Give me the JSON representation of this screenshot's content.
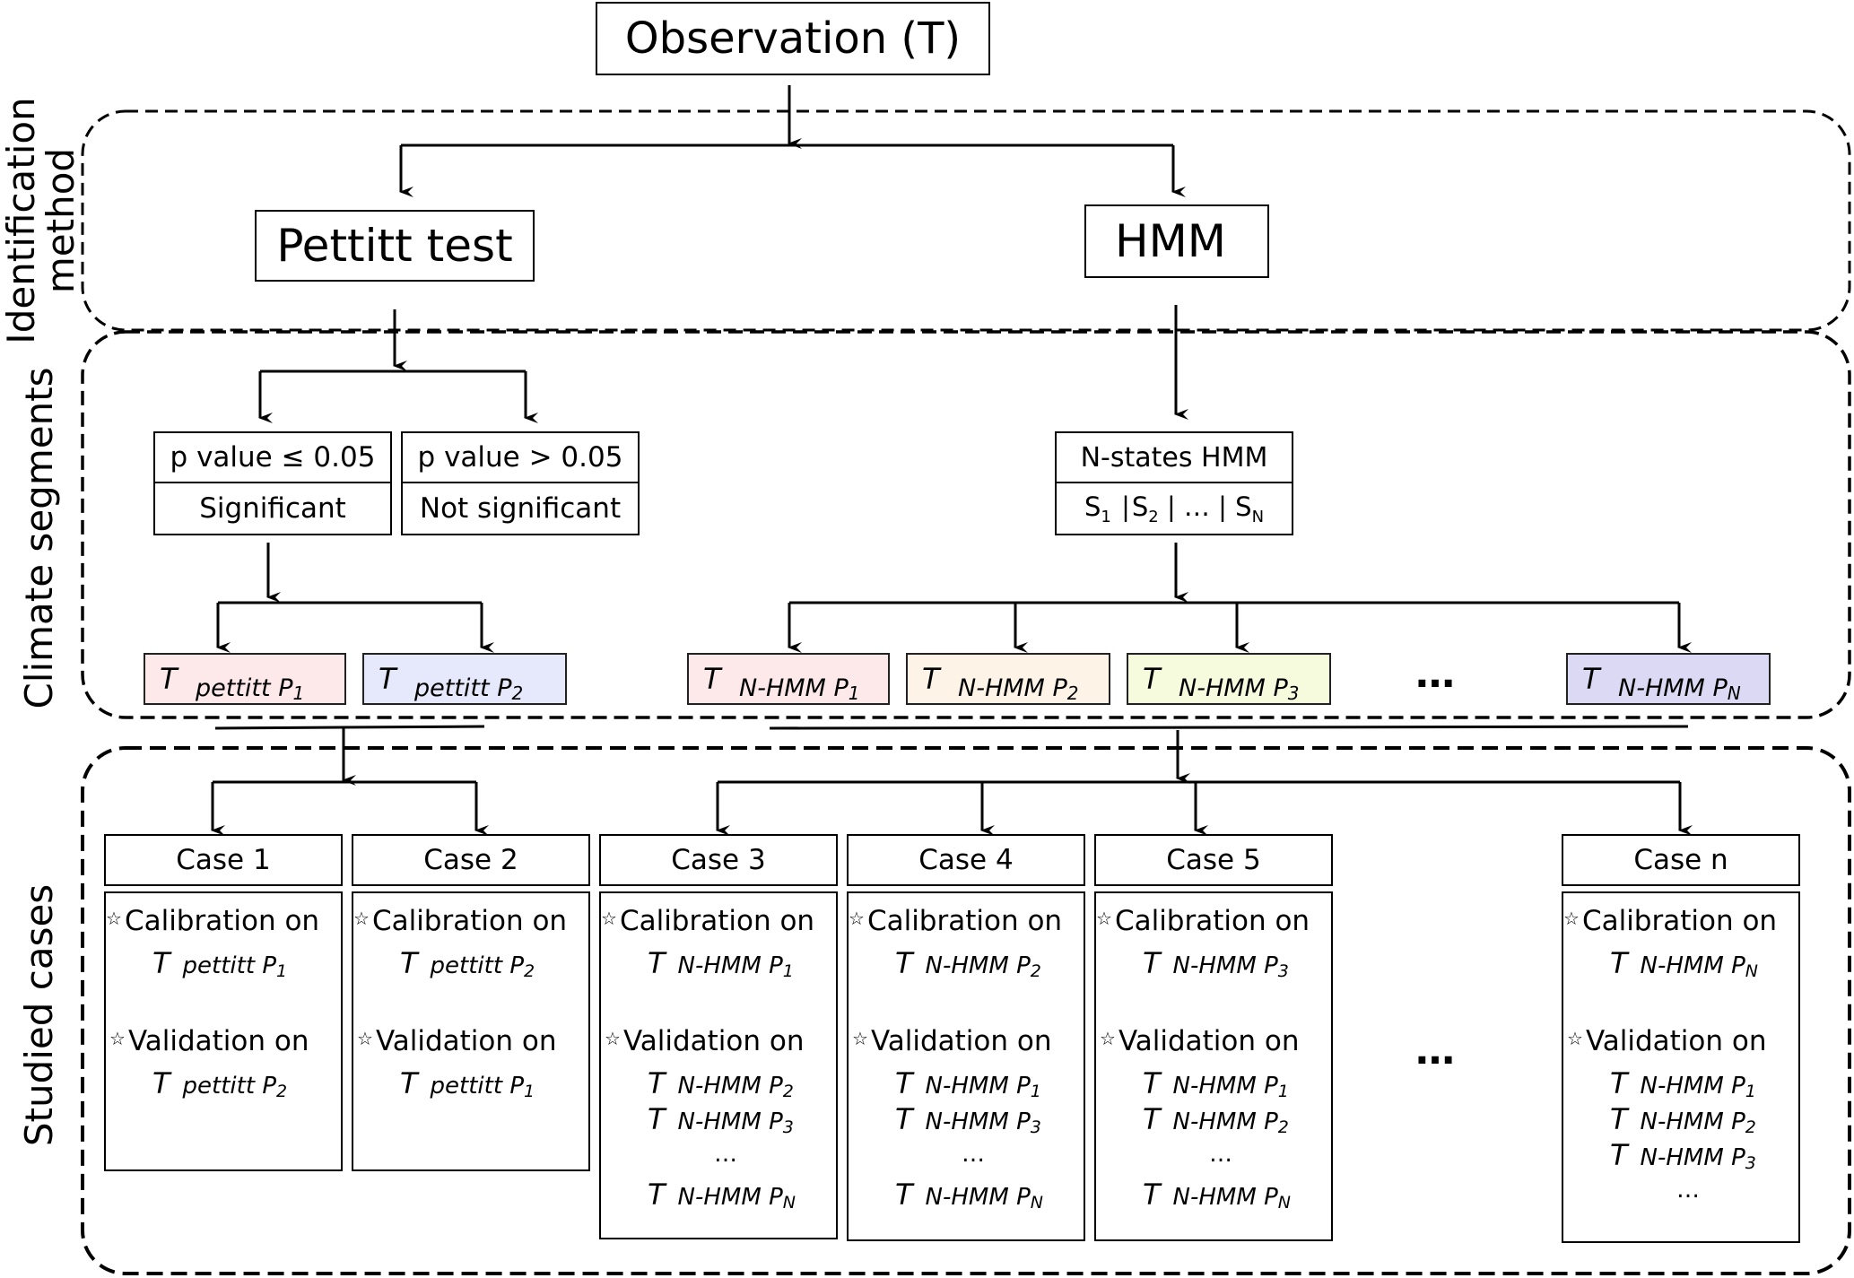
{
  "observation": "Observation (T)",
  "sections": {
    "identification": [
      "Identification",
      "method"
    ],
    "climate": "Climate segments",
    "studied": "Studied cases"
  },
  "methods": {
    "pettitt": "Pettitt test",
    "hmm": "HMM"
  },
  "pettitt_results": {
    "sig_condition": "p value ≤ 0.05",
    "sig_label": "Significant",
    "nonsig_condition": "p value > 0.05",
    "nonsig_label": "Not significant"
  },
  "hmm_states": {
    "title": "N-states HMM",
    "s1": "S",
    "s1_sub": "1",
    "s2": "S",
    "s2_sub": "2",
    "mid": "| … |",
    "sn": "S",
    "sn_sub": "N"
  },
  "segments": [
    {
      "T": "T",
      "name": "pettitt",
      "p": "P",
      "sub": "1",
      "color": "#fde8ea"
    },
    {
      "T": "T",
      "name": "pettitt",
      "p": "P",
      "sub": "2",
      "color": "#e6e8fb"
    },
    {
      "T": "T",
      "name": "N-HMM",
      "p": "P",
      "sub": "1",
      "color": "#fde8ea"
    },
    {
      "T": "T",
      "name": "N-HMM",
      "p": "P",
      "sub": "2",
      "color": "#fdf3e6"
    },
    {
      "T": "T",
      "name": "N-HMM",
      "p": "P",
      "sub": "3",
      "color": "#f6fbdd"
    },
    {
      "T": "T",
      "name": "N-HMM",
      "p": "P",
      "sub": "N",
      "color": "#dcd9f5"
    }
  ],
  "segment_ellipsis": "…",
  "case_ellipsis": "…",
  "cases": [
    {
      "title": "Case 1",
      "cal": "Calibration on",
      "val": "Validation on",
      "cal_seg": {
        "T": "T",
        "name": "pettitt",
        "p": "P",
        "sub": "1"
      },
      "val_segs": [
        {
          "T": "T",
          "name": "pettitt",
          "p": "P",
          "sub": "2"
        }
      ]
    },
    {
      "title": "Case 2",
      "cal": "Calibration on",
      "val": "Validation on",
      "cal_seg": {
        "T": "T",
        "name": "pettitt",
        "p": "P",
        "sub": "2"
      },
      "val_segs": [
        {
          "T": "T",
          "name": "pettitt",
          "p": "P",
          "sub": "1"
        }
      ]
    },
    {
      "title": "Case 3",
      "cal": "Calibration on",
      "val": "Validation on",
      "cal_seg": {
        "T": "T",
        "name": "N-HMM",
        "p": "P",
        "sub": "1"
      },
      "val_segs": [
        {
          "T": "T",
          "name": "N-HMM",
          "p": "P",
          "sub": "2"
        },
        {
          "T": "T",
          "name": "N-HMM",
          "p": "P",
          "sub": "3"
        }
      ],
      "ellipsis": "…",
      "last_seg": {
        "T": "T",
        "name": "N-HMM",
        "p": "P",
        "sub": "N"
      }
    },
    {
      "title": "Case 4",
      "cal": "Calibration on",
      "val": "Validation on",
      "cal_seg": {
        "T": "T",
        "name": "N-HMM",
        "p": "P",
        "sub": "2"
      },
      "val_segs": [
        {
          "T": "T",
          "name": "N-HMM",
          "p": "P",
          "sub": "1"
        },
        {
          "T": "T",
          "name": "N-HMM",
          "p": "P",
          "sub": "3"
        }
      ],
      "ellipsis": "…",
      "last_seg": {
        "T": "T",
        "name": "N-HMM",
        "p": "P",
        "sub": "N"
      }
    },
    {
      "title": "Case 5",
      "cal": "Calibration on",
      "val": "Validation on",
      "cal_seg": {
        "T": "T",
        "name": "N-HMM",
        "p": "P",
        "sub": "3"
      },
      "val_segs": [
        {
          "T": "T",
          "name": "N-HMM",
          "p": "P",
          "sub": "1"
        },
        {
          "T": "T",
          "name": "N-HMM",
          "p": "P",
          "sub": "2"
        }
      ],
      "ellipsis": "…",
      "last_seg": {
        "T": "T",
        "name": "N-HMM",
        "p": "P",
        "sub": "N"
      }
    },
    {
      "title": "Case n",
      "cal": "Calibration on",
      "val": "Validation on",
      "cal_seg": {
        "T": "T",
        "name": "N-HMM",
        "p": "P",
        "sub": "N"
      },
      "val_segs": [
        {
          "T": "T",
          "name": "N-HMM",
          "p": "P",
          "sub": "1"
        },
        {
          "T": "T",
          "name": "N-HMM",
          "p": "P",
          "sub": "2"
        },
        {
          "T": "T",
          "name": "N-HMM",
          "p": "P",
          "sub": "3"
        }
      ],
      "ellipsis": "…"
    }
  ],
  "star_glyph": "☆"
}
